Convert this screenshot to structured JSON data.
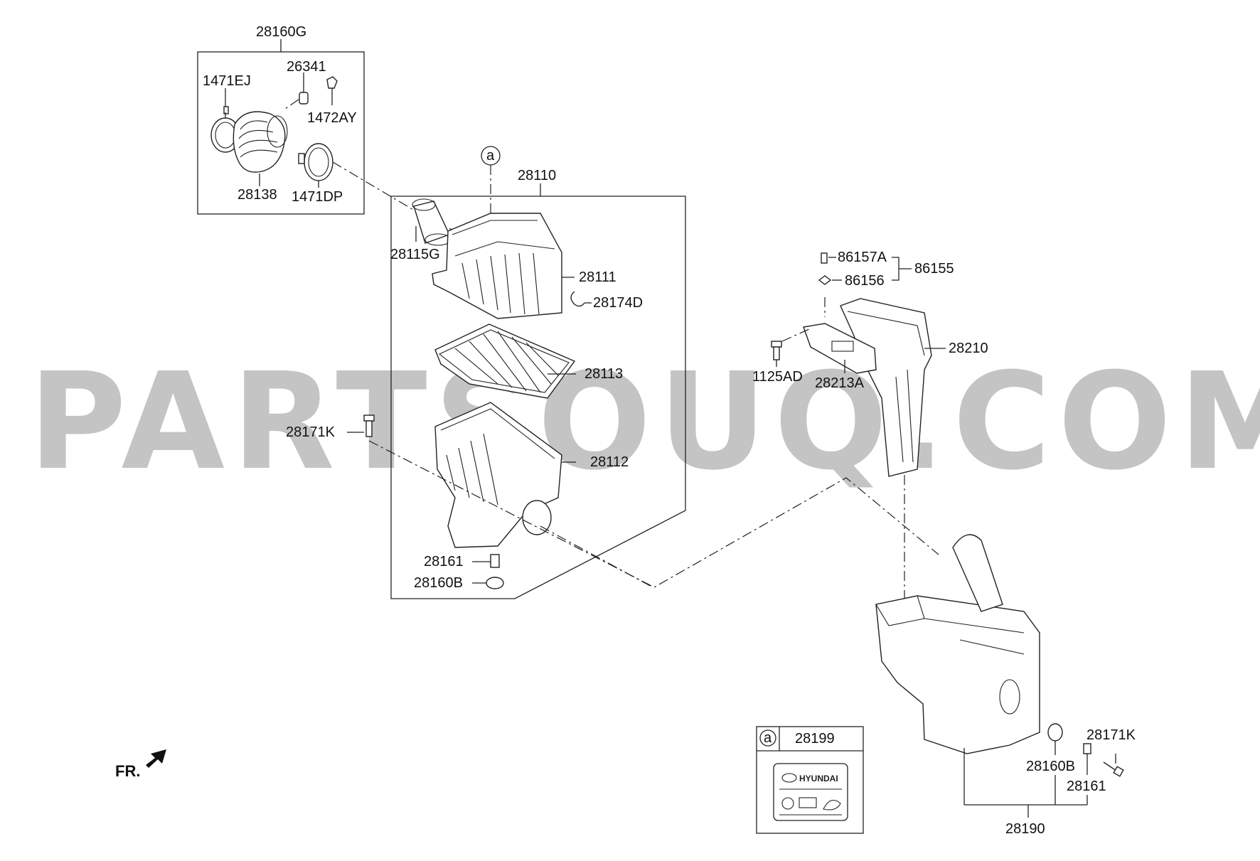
{
  "watermark": "PARTSOUQ.COM",
  "front_indicator": "FR.",
  "callout_letter": "a",
  "label_card": {
    "callout": "a",
    "part_no": "28199",
    "brand": "HYUNDAI"
  },
  "labels": {
    "l28160G": "28160G",
    "l1471EJ": "1471EJ",
    "l26341": "26341",
    "l1472AY": "1472AY",
    "l28138": "28138",
    "l1471DP": "1471DP",
    "l28110": "28110",
    "l28115G": "28115G",
    "l28111": "28111",
    "l28174D": "28174D",
    "l28113": "28113",
    "l28171K_a": "28171K",
    "l28112": "28112",
    "l28161_a": "28161",
    "l28160B_a": "28160B",
    "l86157A": "86157A",
    "l86155": "86155",
    "l86156": "86156",
    "l28210": "28210",
    "l1125AD": "1125AD",
    "l28213A": "28213A",
    "l28171K_b": "28171K",
    "l28160B_b": "28160B",
    "l28161_b": "28161",
    "l28190": "28190"
  }
}
